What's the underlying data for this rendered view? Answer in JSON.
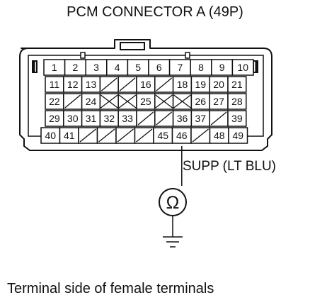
{
  "title": "PCM CONNECTOR A (49P)",
  "wire_label": "SUPP (LT BLU)",
  "meter_symbol": "Ω",
  "footer": "Terminal side of female terminals",
  "icons": {
    "meter": "ohmmeter-icon",
    "ground": "ground-icon"
  },
  "rows": [
    [
      {
        "label": "1"
      },
      {
        "label": "2"
      },
      {
        "label": "3"
      },
      {
        "label": "4"
      },
      {
        "label": "5"
      },
      {
        "label": "6"
      },
      {
        "label": "7"
      },
      {
        "label": "8"
      },
      {
        "label": "9"
      },
      {
        "label": "10"
      }
    ],
    [
      {
        "label": "11"
      },
      {
        "label": "12"
      },
      {
        "label": "13"
      },
      {
        "label": "",
        "mark": "slash"
      },
      {
        "label": "",
        "mark": "slash"
      },
      {
        "label": "16"
      },
      {
        "label": "",
        "mark": "slash"
      },
      {
        "label": "18"
      },
      {
        "label": "19"
      },
      {
        "label": "20"
      },
      {
        "label": "21"
      }
    ],
    [
      {
        "label": "22"
      },
      {
        "label": "",
        "mark": "slash"
      },
      {
        "label": "24"
      },
      {
        "label": "",
        "mark": "cross"
      },
      {
        "label": "",
        "mark": "cross"
      },
      {
        "label": "25"
      },
      {
        "label": "",
        "mark": "cross"
      },
      {
        "label": "",
        "mark": "cross"
      },
      {
        "label": "26"
      },
      {
        "label": "27"
      },
      {
        "label": "28"
      }
    ],
    [
      {
        "label": "29"
      },
      {
        "label": "30"
      },
      {
        "label": "31"
      },
      {
        "label": "32"
      },
      {
        "label": "33"
      },
      {
        "label": "",
        "mark": "slash"
      },
      {
        "label": "",
        "mark": "slash"
      },
      {
        "label": "36"
      },
      {
        "label": "37"
      },
      {
        "label": "",
        "mark": "slash"
      },
      {
        "label": "39"
      }
    ],
    [
      {
        "label": "40"
      },
      {
        "label": "41"
      },
      {
        "label": "",
        "mark": "slash"
      },
      {
        "label": "",
        "mark": "slash"
      },
      {
        "label": "",
        "mark": "slash"
      },
      {
        "label": "",
        "mark": "slash"
      },
      {
        "label": "45"
      },
      {
        "label": "46",
        "probe": true
      },
      {
        "label": "",
        "mark": "slash"
      },
      {
        "label": "48"
      },
      {
        "label": "49"
      }
    ]
  ]
}
